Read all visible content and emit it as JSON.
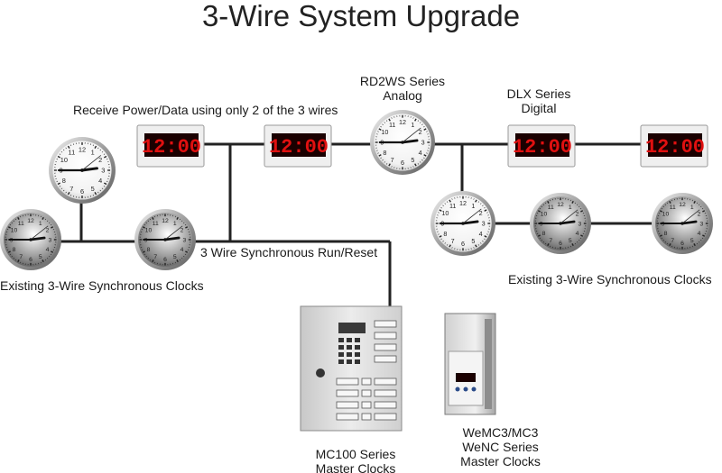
{
  "title": "3-Wire System Upgrade",
  "labels": {
    "receive_power": "Receive Power/Data using only 2 of the 3 wires",
    "rd2ws_line1": "RD2WS Series",
    "rd2ws_line2": "Analog",
    "dlx_line1": "DLX Series",
    "dlx_line2": "Digital",
    "three_wire_run": "3 Wire Synchronous Run/Reset",
    "existing_left": "Existing 3-Wire Synchronous Clocks",
    "existing_right": "Existing 3-Wire Synchronous Clocks",
    "mc100_line1": "MC100 Series",
    "mc100_line2": "Master Clocks",
    "wemc3_line1": "WeMC3/MC3",
    "wemc3_line2": "WeNC Series",
    "wemc3_line3": "Master Clocks"
  },
  "digital_clock_display": "12:00",
  "clock_face_numbers": [
    "12",
    "1",
    "2",
    "3",
    "4",
    "5",
    "6",
    "7",
    "8",
    "9",
    "10",
    "11"
  ],
  "colors": {
    "wire": "#222222",
    "led_digits": "#e01010",
    "led_background": "#1a0000",
    "panel": "#dcdcdc",
    "text": "#1a1a1a"
  }
}
